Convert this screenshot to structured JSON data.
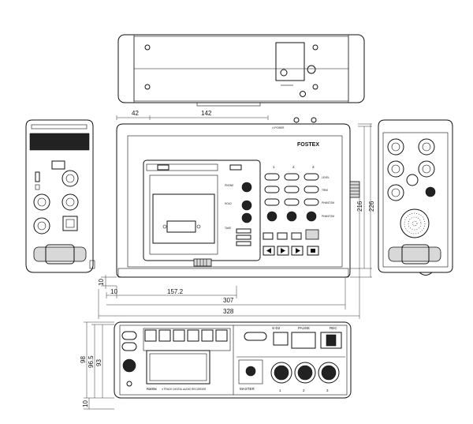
{
  "dimensions": {
    "d42": "42",
    "d142": "142",
    "d216": "216",
    "d226": "226",
    "d10_side": "10",
    "d10_left": "10",
    "d157": "157.2",
    "d307": "307",
    "d328": "328",
    "d98": "98",
    "d965": "96.5",
    "d93": "93",
    "d10_bottom": "10"
  },
  "front": {
    "brand": "FOSTEX",
    "channels": [
      "1",
      "2",
      "3"
    ],
    "right_labels": [
      "LEVEL",
      "TRIM",
      "PHANTOM",
      "PHANTOM"
    ]
  },
  "bottom": {
    "sd2": "S-D2",
    "pause": "PAUSE",
    "rec": "REC",
    "master": "MASTER",
    "ch1": "1",
    "ch2": "2",
    "ch3": "3",
    "brand": "FOSTEX",
    "model_text": "4 TRACK DIGITAL AUDIO RECORDER"
  },
  "colors": {
    "line": "#111111",
    "panel_gray": "#d8d8d8",
    "background": "#ffffff"
  }
}
